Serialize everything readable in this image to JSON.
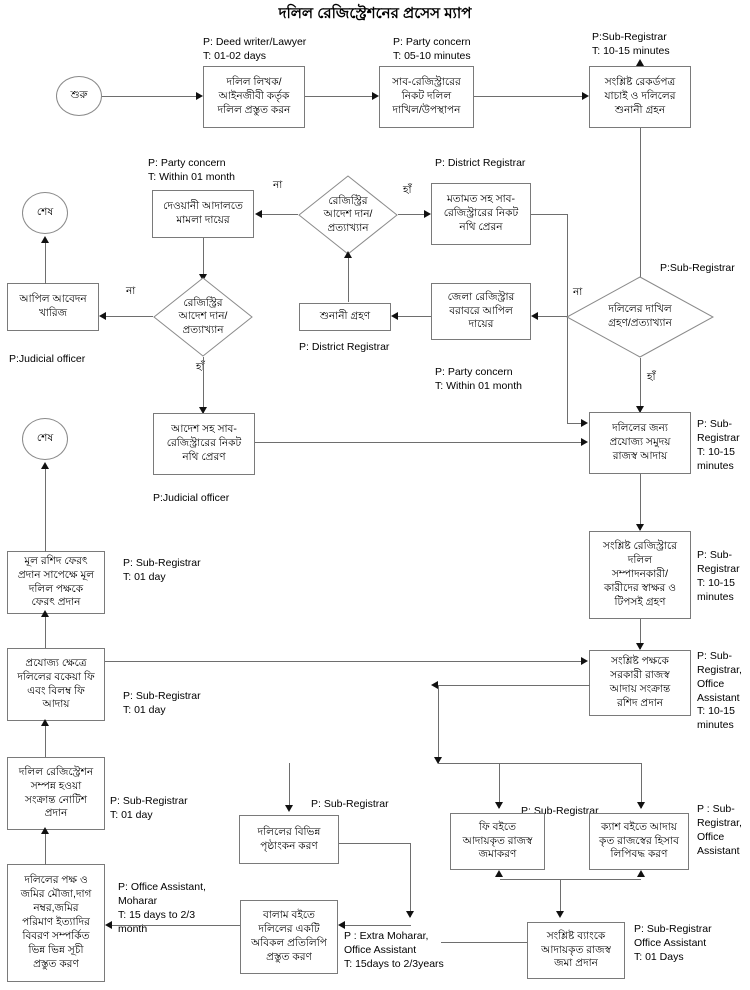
{
  "title": "দলিল রেজিস্ট্রেশনের প্রসেস ম্যাপ",
  "nodes": {
    "start": "শুরু",
    "end_top": "শেষ",
    "end_mid": "শেষ",
    "deed_prepare": "দলিল লিখক/\nআইনজীবী কর্তৃক\nদলিল প্রস্তুত করন",
    "submit_to_subreg": "সাব-রেজিস্ট্রারের\nনিকট দলিল\nদাখিল/উপস্থাপন",
    "verify_records": "সংশ্লিষ্ট রেকর্ডপত্র\nযাচাই ও দলিলের\nশুনানী গ্রহন",
    "civil_court_case": "দেওয়ানী আদালতে\nমামলা দায়ের",
    "send_file_with_opinion": "মতামত সহ সাব-\nরেজিস্ট্রারের নিকট\nনথি প্রেরন",
    "appeal_rejected": "আপিল আবেদন\nখারিজ",
    "hearing": "শুনানী গ্রহণ",
    "district_appeal": "জেলা রেজিস্ট্রার\nবরাবরে আপিল\nদায়ের",
    "send_file_with_order": "আদেশ সহ সাব-\nরেজিস্ট্রারের নিকট\nনথি প্রেরণ",
    "collect_revenue": "দলিলের জন্য\nপ্রযোজ্য সমুদয়\nরাজস্ব আদায়",
    "signatures": "সংশ্লিষ্ট রেজিস্ট্রারে\nদলিল\nসম্পাদনকারী/\nকারীদের স্বাক্ষর ও\nটিপসই গ্রহণ",
    "issue_receipt": "সংশ্লিষ্ট পক্ষকে\nসরকারী রাজস্ব\nআদায় সংক্রান্ত\nরশিদ প্রদান",
    "return_original": "মূল রশিদ ফেরৎ\nপ্রদান সাপেক্ষে মূল\nদলিল পক্ষকে\nফেরৎ প্রদান",
    "arrear_fee": "প্রযোজ্য ক্ষেত্রে\nদলিলের বকেয়া ফি\nএবং বিলম্ব ফি\nআদায়",
    "registration_notice": "দলিল রেজিস্ট্রেশন\nসম্পন্ন হওয়া\nসংক্রান্ত নোটিশ\nপ্রদান",
    "prepare_index": "দলিলের পক্ষ ও\nজমির মৌজা,দাগ\nনম্বর,জমির\nপরিমাণ ইত্যাদির\nবিবরণ সম্পর্কিত\nভিন্ন ভিন্ন সূচী\nপ্রস্তুত করণ",
    "page_marking": "দলিলের বিভিন্ন\nপৃষ্ঠাংকন করণ",
    "balam_copy": "বালাম বইতে\nদলিলের একটি\nঅবিকল প্রতিলিপি\nপ্রস্তুত করণ",
    "fee_book": "ফি বইতে\nআদায়কৃত রাজস্ব\nজমাকরণ",
    "cash_book": "ক্যাশ বইতে আদায়\nকৃত রাজস্বের হিসাব\nলিপিবদ্ধ করণ",
    "bank_deposit": "সংশ্লিষ্ট ব্যাংকে\nআদায়কৃত রাজস্ব\nজমা প্রদান"
  },
  "decisions": {
    "registrar_order_1": "রেজিস্ট্রির\nআদেশ দান/\nপ্রত্যাখ্যান",
    "registrar_order_2": "রেজিস্ট্রির\nআদেশ দান/\nপ্রত্যাখ্যান",
    "accept_submission": "দলিলের দাখিল\nগ্রহণ/প্রত্যাখ্যান"
  },
  "annotations": {
    "a_deed_writer": "P: Deed writer/Lawyer\nT: 01-02 days",
    "a_party_concern_5_10": "P: Party concern\nT: 05-10 minutes",
    "a_subreg_10_15_top": "P:Sub-Registrar\nT: 10-15 minutes",
    "a_party_concern_month": "P: Party concern\nT: Within 01 month",
    "a_district_registrar_top": "P: District Registrar",
    "a_subreg_decision": "P:Sub-Registrar",
    "a_judicial_officer_1": "P:Judicial officer",
    "a_district_registrar_hearing": "P: District Registrar",
    "a_party_concern_month_2": "P: Party concern\nT: Within 01 month",
    "a_judicial_officer_2": "P:Judicial officer",
    "a_subreg_10_15_revenue": "P: Sub-\nRegistrar\nT: 10-15\nminutes",
    "a_subreg_10_15_sign": "P: Sub-\nRegistrar\nT: 10-15\nminutes",
    "a_subreg_office_10_15": "P: Sub-\nRegistrar,\nOffice\nAssistant\nT: 10-15\nminutes",
    "a_subreg_01day_return": "P: Sub-Registrar\nT: 01 day",
    "a_subreg_01day_arrear": "P: Sub-Registrar\nT: 01 day",
    "a_subreg_01day_notice": "P: Sub-Registrar\nT: 01 day",
    "a_office_assistant_moharar": "P: Office Assistant,\nMoharar\nT: 15 days to 2/3\nmonth",
    "a_subreg_page_marking": "P: Sub-Registrar",
    "a_subreg_fee_book": "P: Sub-Registrar",
    "a_subreg_office_cash": "P : Sub-\nRegistrar,\nOffice\nAssistant",
    "a_extra_moharar": "P : Extra Moharar,\nOffice Assistant\nT: 15days to 2/3years",
    "a_subreg_bank": "P: Sub-Registrar\nOffice Assistant\nT: 01 Days"
  },
  "edge_labels": {
    "no_1": "না",
    "yes_1": "হাঁ",
    "no_2": "না",
    "yes_2": "হাঁ",
    "no_3": "না",
    "yes_3": "হাঁ"
  },
  "colors": {
    "box_border": "#7a7a7a",
    "line": "#6e6e6e",
    "arrow": "#111111",
    "text": "#000000",
    "background": "#ffffff"
  }
}
